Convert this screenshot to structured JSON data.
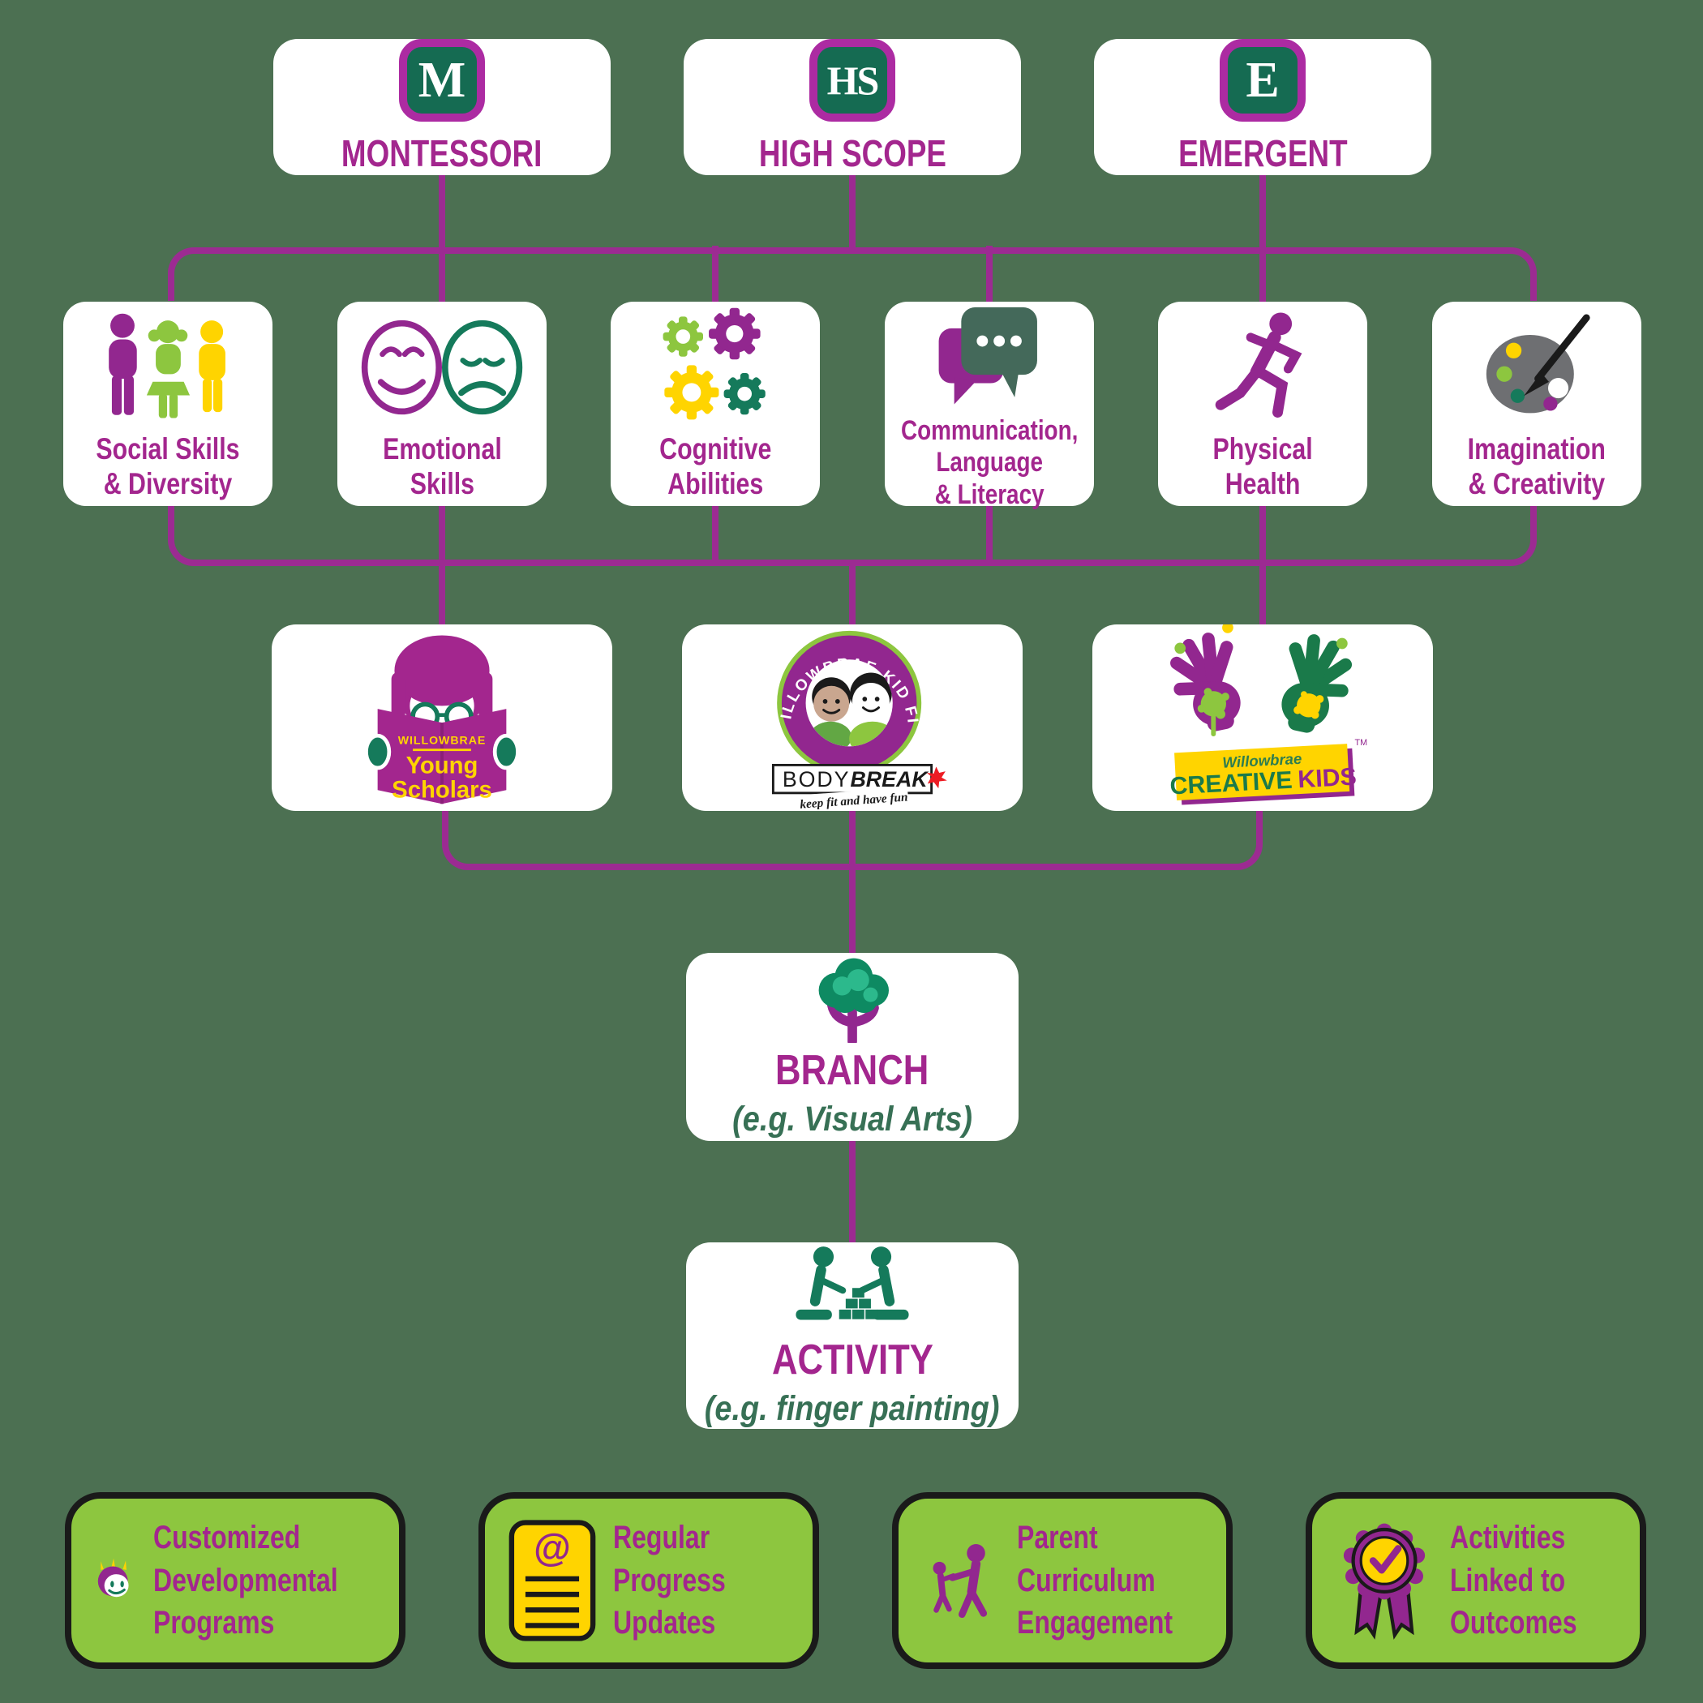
{
  "colors": {
    "background": "#4C7052",
    "line_magenta": "#9C2B92",
    "text_magenta": "#A3268E",
    "dark_green": "#156B52",
    "lime_green": "#8DC63F",
    "yellow": "#FFD400",
    "example_green": "#377055"
  },
  "programs": [
    {
      "badge": "M",
      "label": "MONTESSORI"
    },
    {
      "badge": "HS",
      "label": "HIGH SCOPE"
    },
    {
      "badge": "E",
      "label": "EMERGENT"
    }
  ],
  "domains": [
    {
      "icon": "children-icon",
      "lines": [
        "Social Skills",
        "& Diversity"
      ]
    },
    {
      "icon": "faces-icon",
      "lines": [
        "Emotional",
        "Skills"
      ]
    },
    {
      "icon": "gears-icon",
      "lines": [
        "Cognitive",
        "Abilities"
      ]
    },
    {
      "icon": "speech-bubbles-icon",
      "lines": [
        "Communication,",
        "Language",
        "& Literacy"
      ]
    },
    {
      "icon": "runner-icon",
      "lines": [
        "Physical",
        "Health"
      ]
    },
    {
      "icon": "palette-icon",
      "lines": [
        "Imagination",
        "& Creativity"
      ]
    }
  ],
  "brands": {
    "young_scholars": {
      "brand": "WILLOWBRAE",
      "title_line1": "Young",
      "title_line2": "Scholars"
    },
    "bodybreak": {
      "arc_text": "WILLOWBRAE KID FIT",
      "title_a": "BODY",
      "title_b": "BREAK",
      "tagline": "keep fit and have fun"
    },
    "creative_kids": {
      "brand": "Willowbrae",
      "title_a": "CREATIVE",
      "title_b": "KIDS",
      "tm": "TM"
    }
  },
  "branch": {
    "title": "BRANCH",
    "example": "(e.g. Visual Arts)"
  },
  "activity": {
    "title": "ACTIVITY",
    "example": "(e.g. finger painting)"
  },
  "benefits": [
    {
      "icon": "child-face-icon",
      "lines": [
        "Customized",
        "Developmental",
        "Programs"
      ]
    },
    {
      "icon": "progress-report-icon",
      "lines": [
        "Regular",
        "Progress",
        "Updates"
      ]
    },
    {
      "icon": "parent-child-icon",
      "lines": [
        "Parent",
        "Curriculum",
        "Engagement"
      ]
    },
    {
      "icon": "award-ribbon-icon",
      "lines": [
        "Activities",
        "Linked to",
        "Outcomes"
      ]
    }
  ],
  "icons": {
    "at_symbol": "@"
  }
}
